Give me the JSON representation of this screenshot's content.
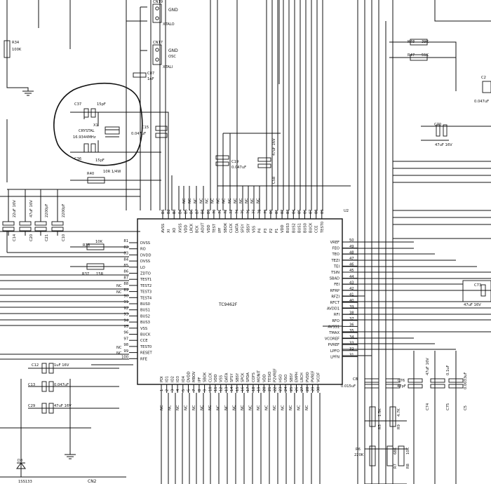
{
  "schematic": {
    "connectors": {
      "cn19": {
        "ref": "CN19",
        "pin1": "GND",
        "pin2": "XTALO"
      },
      "cn17": {
        "ref": "CN17",
        "pin1": "GND",
        "pin2": "OSC",
        "pin3": "XTALI"
      }
    },
    "crystal": {
      "ref": "X1",
      "name": "CRYSTAL",
      "freq": "16.9344MHz"
    },
    "caps": {
      "c37": {
        "ref": "C37",
        "value": "15pF"
      },
      "c36": {
        "ref": "C36",
        "value": "15pF"
      },
      "c87": {
        "ref": "C87",
        "value": "1nF"
      },
      "c15": {
        "ref": "C15",
        "value": "0.047uF"
      },
      "c19": {
        "ref": "C19",
        "value": "0.047uF"
      },
      "c58": {
        "ref": "C58",
        "value": "47uF 16V"
      },
      "c14": {
        "ref": "C14",
        "value": "22uF 16V"
      },
      "c20": {
        "ref": "C20",
        "value": "47uF 16V"
      },
      "c21": {
        "ref": "C21",
        "value": "2200pF"
      },
      "c10": {
        "ref": "C10",
        "value": "2200pF"
      },
      "c12": {
        "ref": "C12",
        "value": "1uF 16V"
      },
      "c13": {
        "ref": "C13",
        "value": "0.047uF"
      },
      "c29": {
        "ref": "C29",
        "value": "47uF 16V"
      },
      "c8": {
        "ref": "C8",
        "value": "0.015uF"
      },
      "c76": {
        "ref": "C76",
        "value": "47pF"
      },
      "c74": {
        "ref": "C74",
        "value": "47uF 16V"
      },
      "c75": {
        "ref": "C75",
        "value": "0.1uF"
      },
      "c5": {
        "ref": "C5",
        "value": "0.0033uF"
      },
      "c70": {
        "ref": "C70",
        "value": "47uF 16V"
      },
      "c73": {
        "ref": "C73",
        "value": "47uF 16V"
      },
      "c2": {
        "ref": "C2",
        "value": "0.047uF"
      }
    },
    "resistors": {
      "r34": {
        "ref": "R34",
        "value": "100K"
      },
      "r40": {
        "ref": "R40",
        "value": "10R 1/4W"
      },
      "r38": {
        "ref": "R38",
        "value": "10K"
      },
      "r37": {
        "ref": "R37",
        "value": "15R"
      },
      "r48": {
        "ref": "R48",
        "value": "39K"
      },
      "r47": {
        "ref": "R47",
        "value": "51K"
      },
      "r5": {
        "ref": "R5",
        "value": "1.5K"
      },
      "r9": {
        "ref": "R9",
        "value": "4.7K"
      },
      "r6": {
        "ref": "R6",
        "value": "220K"
      },
      "r7": {
        "ref": "R7",
        "value": "68K"
      },
      "r8": {
        "ref": "R8",
        "value": "10K"
      }
    },
    "ic": {
      "ref": "U2",
      "part": "TC9462F"
    },
    "nc": "NC",
    "diode": {
      "ref": "D8",
      "part": "1SS133"
    },
    "cn2": "CN2",
    "top_left_pins": [
      {
        "num": "B1",
        "name": "AVSS"
      },
      {
        "num": "B2",
        "name": "XI"
      },
      {
        "num": "B3",
        "name": "XO"
      },
      {
        "num": "B4",
        "name": "XVSS"
      },
      {
        "num": "B5",
        "name": "VDD"
      },
      {
        "num": "B6",
        "name": "LRCK"
      },
      {
        "num": "B7",
        "name": "BCK"
      },
      {
        "num": "B8",
        "name": "AOUT"
      },
      {
        "num": "B9",
        "name": "VDD"
      },
      {
        "num": "70",
        "name": "TEST"
      },
      {
        "num": "71",
        "name": "IPF"
      },
      {
        "num": "72",
        "name": "SBOK"
      },
      {
        "num": "73",
        "name": "CLCK"
      },
      {
        "num": "74",
        "name": "DATA"
      },
      {
        "num": "75",
        "name": "SFSY"
      },
      {
        "num": "76",
        "name": "SBSY"
      },
      {
        "num": "77",
        "name": "VSS"
      },
      {
        "num": "78",
        "name": "P4"
      },
      {
        "num": "79",
        "name": "P3"
      },
      {
        "num": "80",
        "name": "P2"
      },
      {
        "num": "81",
        "name": "P1"
      },
      {
        "num": "82",
        "name": "VDD"
      },
      {
        "num": "83",
        "name": "BUS3"
      },
      {
        "num": "84",
        "name": "BUS2"
      },
      {
        "num": "85",
        "name": "BUS1"
      },
      {
        "num": "86",
        "name": "BUS0"
      },
      {
        "num": "87",
        "name": "BUCK"
      },
      {
        "num": "88",
        "name": "CCE"
      },
      {
        "num": "89",
        "name": "TEST0"
      }
    ],
    "top_ext_labels": [
      "NC",
      "NC",
      "NC",
      "NC",
      "NC",
      "NC",
      "NC",
      "NC",
      "NC",
      "NC",
      "NC",
      "NC",
      "NC",
      "NC"
    ],
    "left_pins": [
      {
        "num": "81",
        "name": "DVSS"
      },
      {
        "num": "82",
        "name": "RO"
      },
      {
        "num": "83",
        "name": "DVDD"
      },
      {
        "num": "84",
        "name": "DVSS"
      },
      {
        "num": "85",
        "name": "LO"
      },
      {
        "num": "86",
        "name": "ZDTO"
      },
      {
        "num": "87",
        "name": "TEST1"
      },
      {
        "num": "88",
        "name": "TEST2"
      },
      {
        "num": "89",
        "name": "TEST3"
      },
      {
        "num": "90",
        "name": "TEST4"
      },
      {
        "num": "91",
        "name": "BUS0"
      },
      {
        "num": "92",
        "name": "BUS1"
      },
      {
        "num": "93",
        "name": "BUS2"
      },
      {
        "num": "94",
        "name": "BUS3"
      },
      {
        "num": "95",
        "name": "VSS"
      },
      {
        "num": "96",
        "name": "BUCK"
      },
      {
        "num": "97",
        "name": "CCE"
      },
      {
        "num": "98",
        "name": "TEST0"
      },
      {
        "num": "99",
        "name": "RESET"
      },
      {
        "num": "100",
        "name": "RFE"
      }
    ],
    "right_pins": [
      {
        "num": "50",
        "name": "VREF"
      },
      {
        "num": "49",
        "name": "FEO"
      },
      {
        "num": "48",
        "name": "TEO"
      },
      {
        "num": "47",
        "name": "TEZI"
      },
      {
        "num": "46",
        "name": "TEI"
      },
      {
        "num": "45",
        "name": "TSIN"
      },
      {
        "num": "44",
        "name": "SBAD"
      },
      {
        "num": "43",
        "name": "FEI"
      },
      {
        "num": "42",
        "name": "RFRP"
      },
      {
        "num": "41",
        "name": "RFZI"
      },
      {
        "num": "40",
        "name": "RFCT"
      },
      {
        "num": "39",
        "name": "AVDD1"
      },
      {
        "num": "38",
        "name": "RFI"
      },
      {
        "num": "37",
        "name": "RFO"
      },
      {
        "num": "36",
        "name": "AVSS1"
      },
      {
        "num": "35",
        "name": "TMAX"
      },
      {
        "num": "34",
        "name": "VCOREF"
      },
      {
        "num": "33",
        "name": "PVREF"
      },
      {
        "num": "32",
        "name": "LPFO"
      },
      {
        "num": "31",
        "name": "LPFN"
      }
    ],
    "bottom_pins": [
      {
        "num": "1",
        "name": "PDI"
      },
      {
        "num": "2",
        "name": "IO1"
      },
      {
        "num": "3",
        "name": "IO2"
      },
      {
        "num": "4",
        "name": "IO3"
      },
      {
        "num": "5",
        "name": "IO4"
      },
      {
        "num": "6",
        "name": "DVDD"
      },
      {
        "num": "7",
        "name": "MBOV"
      },
      {
        "num": "8",
        "name": "IPF"
      },
      {
        "num": "9",
        "name": "SBOK"
      },
      {
        "num": "10",
        "name": "CLCK"
      },
      {
        "num": "11",
        "name": "VDD"
      },
      {
        "num": "12",
        "name": "VSS"
      },
      {
        "num": "13",
        "name": "DATA"
      },
      {
        "num": "14",
        "name": "SFSY"
      },
      {
        "num": "15",
        "name": "SBSY"
      },
      {
        "num": "16",
        "name": "SPCK"
      },
      {
        "num": "17",
        "name": "SPDA"
      },
      {
        "num": "18",
        "name": "COFS"
      },
      {
        "num": "19",
        "name": "MONIT"
      },
      {
        "num": "20",
        "name": "VDD"
      },
      {
        "num": "21",
        "name": "TESIO"
      },
      {
        "num": "22",
        "name": "P2VREF"
      },
      {
        "num": "23",
        "name": "HSO"
      },
      {
        "num": "24",
        "name": "USO"
      },
      {
        "num": "25",
        "name": "SBSY"
      },
      {
        "num": "26",
        "name": "EMPH"
      },
      {
        "num": "27",
        "name": "LRCH"
      },
      {
        "num": "28",
        "name": "PVDD"
      },
      {
        "num": "29",
        "name": "PVREF"
      },
      {
        "num": "30",
        "name": "VCOF"
      }
    ],
    "bottom_ext_labels": [
      "NC",
      "NC",
      "NC",
      "NC",
      "NC",
      "NC",
      "NC",
      "NC",
      "NC",
      "NC",
      "NC",
      "NC",
      "NC",
      "NC",
      "NC",
      "NC",
      "NC",
      "NC",
      "NC"
    ]
  }
}
